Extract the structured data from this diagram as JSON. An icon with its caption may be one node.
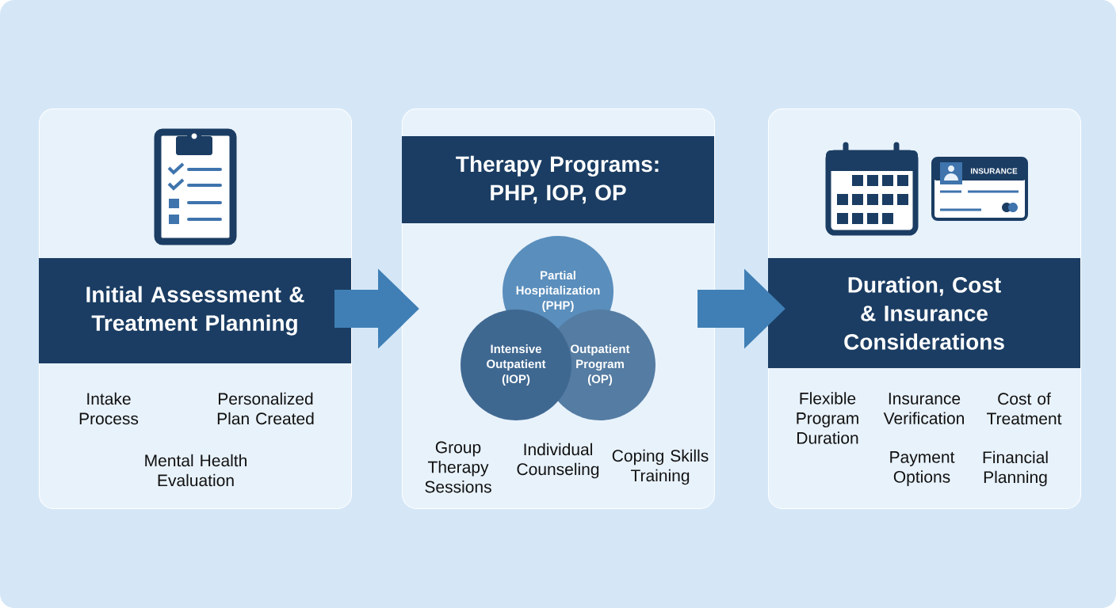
{
  "diagram": {
    "nodes": [
      {
        "text": [
          "Initial Assessment & Treatment Planning",
          "Intake Process",
          "Personalized Plan Created",
          "Mental Health Evaluation"
        ]
      },
      {
        "text": [
          "Therapy Programs: PHP, IOP, OP",
          "Group Therapy Sessions",
          "Individual Counseling",
          "Coping Skills Training"
        ]
      },
      {
        "text": [
          "Partial Hospitalization (PHP)"
        ],
        "in": 1
      },
      {
        "text": [
          "Intensive Outpatient (IOP)"
        ],
        "in": 1
      },
      {
        "text": [
          "Outpatient Program (OP)"
        ],
        "in": 1
      },
      {
        "text": [
          "Duration, Cost & Insurance Considerations",
          "Flexible Program Duration",
          "Insurance Verification",
          "Cost of Treatment",
          "Payment Options",
          "Financial Planning"
        ]
      }
    ],
    "edges": [
      {
        "from": 0,
        "to": 1,
        "arrow": "to"
      },
      {
        "from": 1,
        "to": 5,
        "arrow": "to"
      }
    ],
    "labels": [
      "INSURANCE"
    ]
  }
}
